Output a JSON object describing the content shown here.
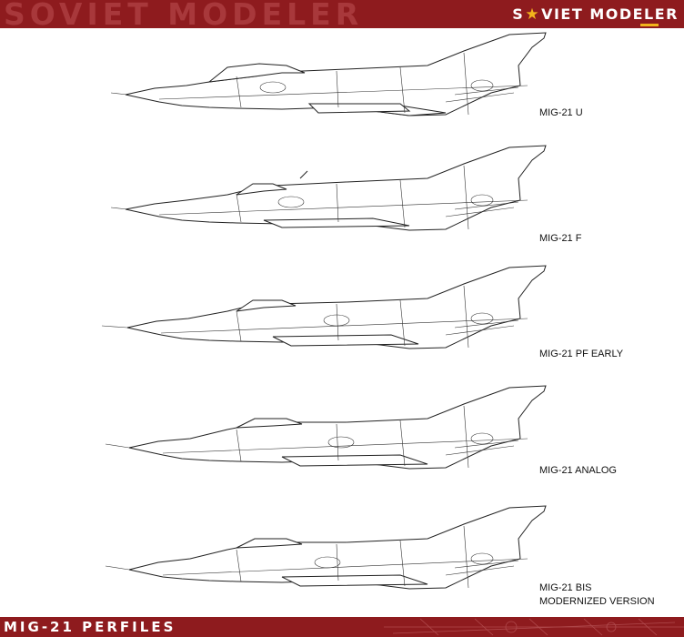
{
  "header": {
    "watermark": "SOVIET MODELER",
    "brand_prefix": "S",
    "brand_suffix": "VIET MODELER"
  },
  "footer": {
    "title": "MIG-21 PERFILES"
  },
  "profiles": [
    {
      "name": "MIG-21 U"
    },
    {
      "name": "MIG-21 F"
    },
    {
      "name": "MIG-21 PF EARLY"
    },
    {
      "name": "MIG-21 ANALOG"
    },
    {
      "name": "MIG-21 BIS",
      "subtitle": "MODERNIZED VERSION"
    }
  ],
  "colors": {
    "bar": "#8e1b1e",
    "accent": "#f2b51c",
    "line": "#222222"
  }
}
